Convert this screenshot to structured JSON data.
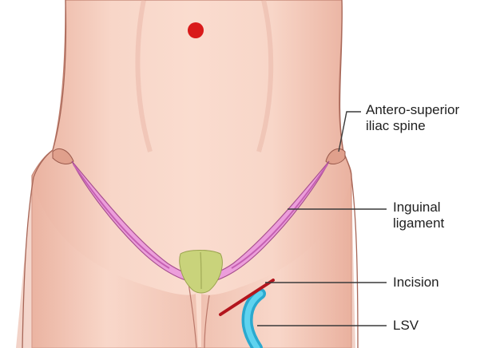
{
  "labels": {
    "asis": [
      "Antero-superior",
      "iliac spine"
    ],
    "inguinal": [
      "Inguinal",
      "ligament"
    ],
    "incision": "Incision",
    "lsv": "LSV"
  },
  "colors": {
    "skin": "#f6cdbd",
    "skin_shadow": "#e5a691",
    "outline": "#9a5a4c",
    "ligament": "#e98fd6",
    "ligament_deep": "#d36ac4",
    "groin_patch": "#c8d37a",
    "umbilicus": "#d91a1a",
    "incision": "#b3161e",
    "lsv": "#38bfe0",
    "leader_line": "#3a3a3a"
  }
}
